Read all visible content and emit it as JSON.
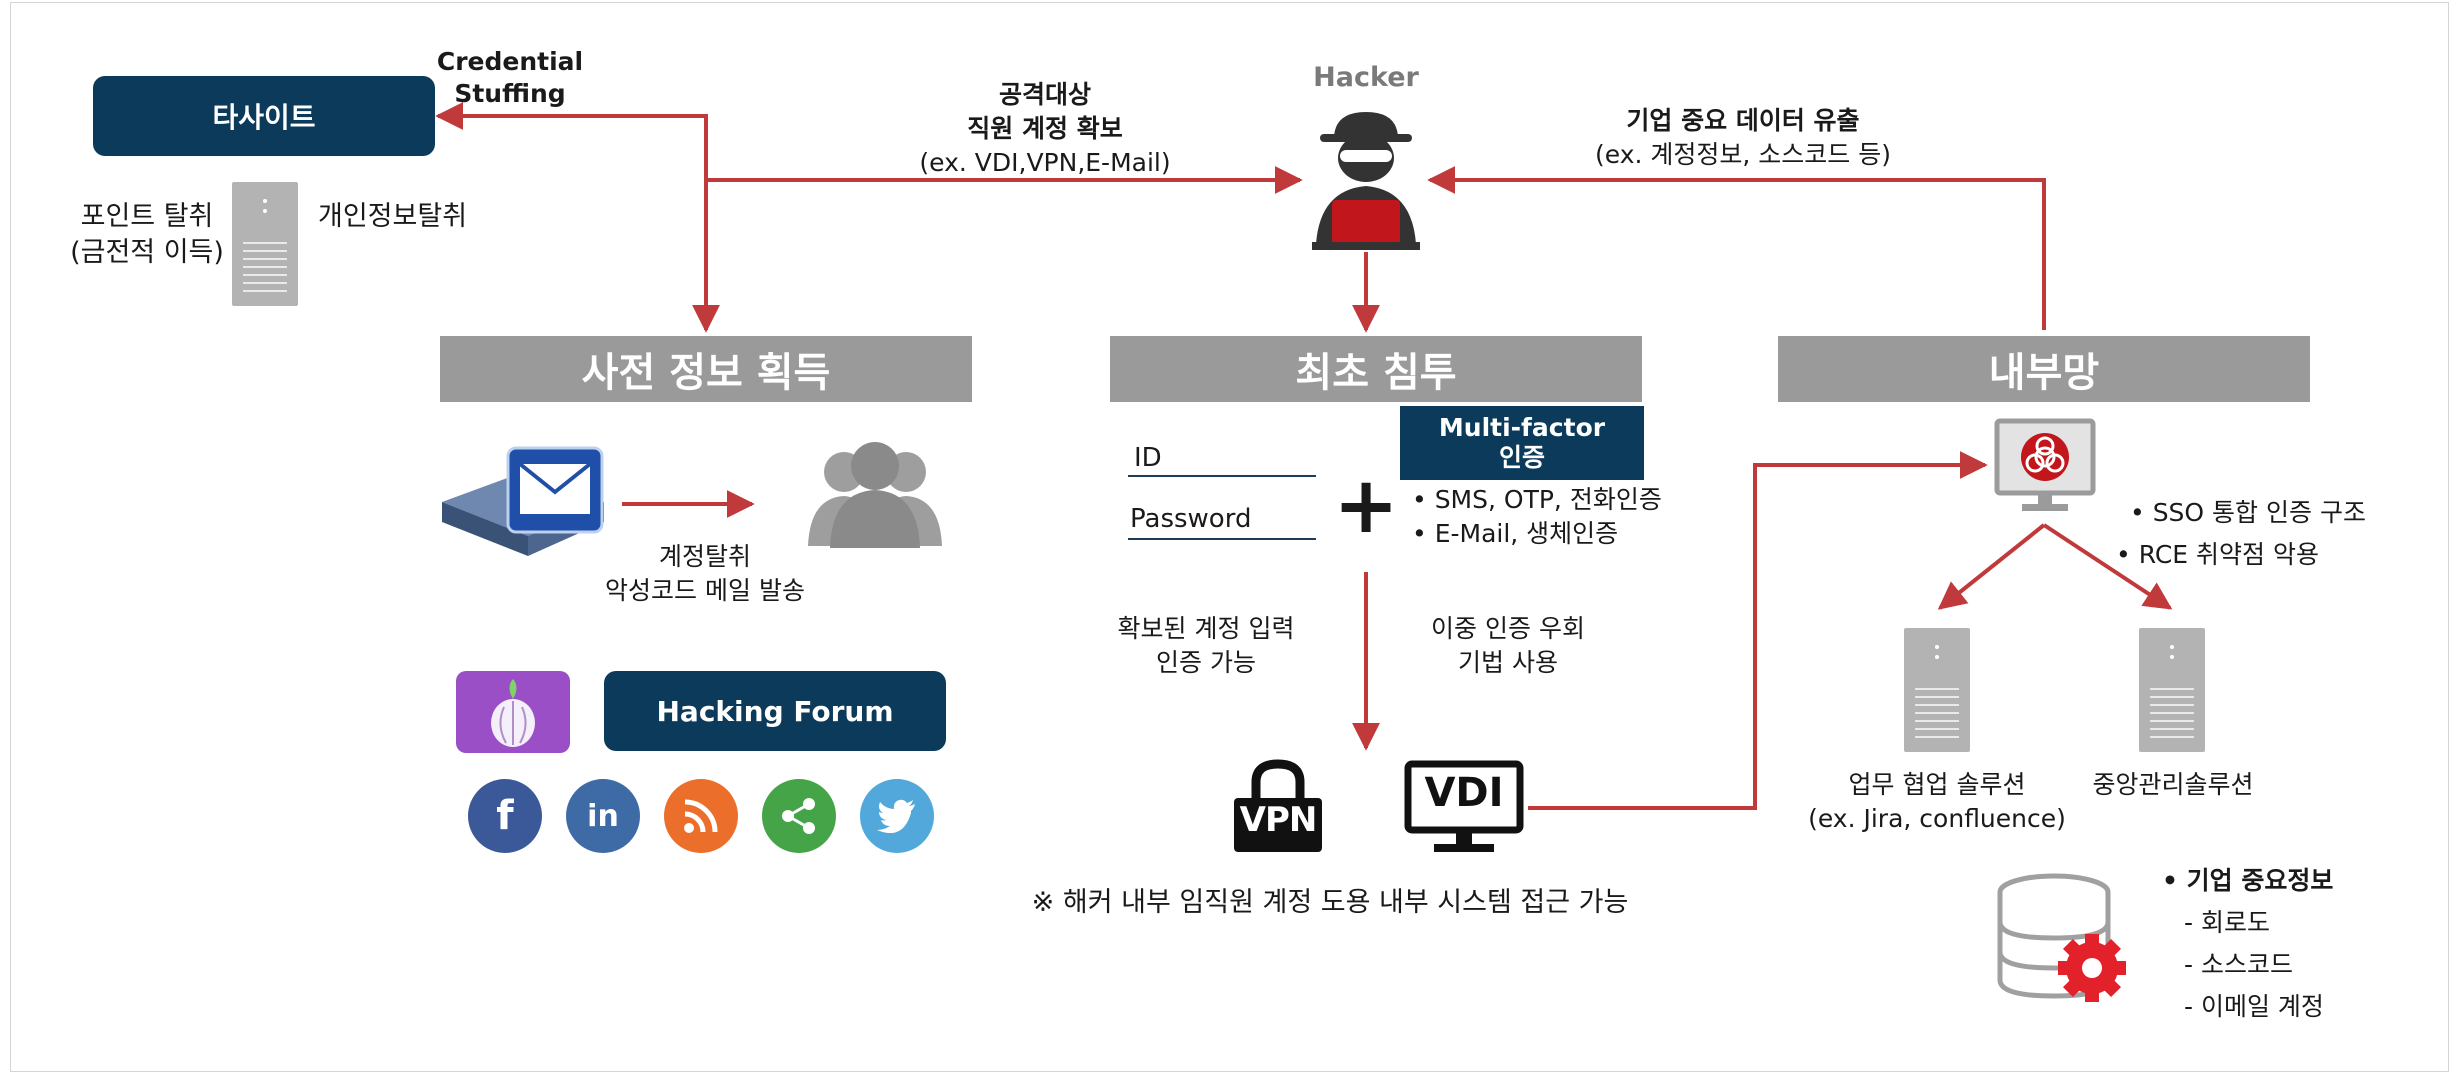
{
  "colors": {
    "navy": "#0b3a5b",
    "gray_header": "#9a9a9a",
    "arrow_red": "#c0393b",
    "server_gray": "#b3b3b3",
    "tor_purple": "#9b4fc7",
    "facebook": "#3b5998",
    "linkedin": "#3e6ba6",
    "rss": "#ec6e2b",
    "share": "#44a447",
    "twitter": "#52a7db"
  },
  "hacker": {
    "label": "Hacker"
  },
  "tasite": {
    "label": "타사이트",
    "credential_line1": "Credential",
    "credential_line2": "Stuffing"
  },
  "target_acquire": {
    "line1": "공격대상",
    "line2": "직원 계정 확보",
    "line3": "(ex. VDI,VPN,E-Mail)"
  },
  "data_leak": {
    "line1": "기업 중요 데이터 유출",
    "line2": "(ex. 계정정보, 소스코드 등)"
  },
  "left_server": {
    "point_line1": "포인트 탈취",
    "point_line2": "(금전적 이득)",
    "personal": "개인정보탈취"
  },
  "stages": {
    "prior": "사전 정보 획득",
    "initial": "최초 침투",
    "internal": "내부망"
  },
  "phishing": {
    "line1": "계정탈취",
    "line2": "악성코드 메일 발송"
  },
  "forum": {
    "label": "Hacking Forum"
  },
  "social_icons": [
    "facebook-icon",
    "linkedin-icon",
    "rss-icon",
    "share-icon",
    "twitter-icon"
  ],
  "login": {
    "id_label": "ID",
    "password_label": "Password",
    "plus": "+"
  },
  "mfa": {
    "line1": "Multi-factor",
    "line2": "인증",
    "bullet1": "• SMS, OTP, 전화인증",
    "bullet2": "• E-Mail, 생체인증"
  },
  "entry": {
    "left_line1": "확보된 계정 입력",
    "left_line2": "인증 가능",
    "right_line1": "이중 인증 우회",
    "right_line2": "기법 사용",
    "vpn": "VPN",
    "vdi": "VDI",
    "note": "※ 해커 내부 임직원 계정 도용 내부 시스템 접근 가능"
  },
  "internal": {
    "bullet1": "• SSO 통합 인증 구조",
    "bullet2": "• RCE 취약점 악용",
    "server1_line1": "업무 협업 솔루션",
    "server1_line2": "(ex. Jira, confluence)",
    "server2": "중앙관리솔루션",
    "info_title": "• 기업 중요정보",
    "info1": "- 회로도",
    "info2": "- 소스코드",
    "info3": "- 이메일 계정"
  }
}
